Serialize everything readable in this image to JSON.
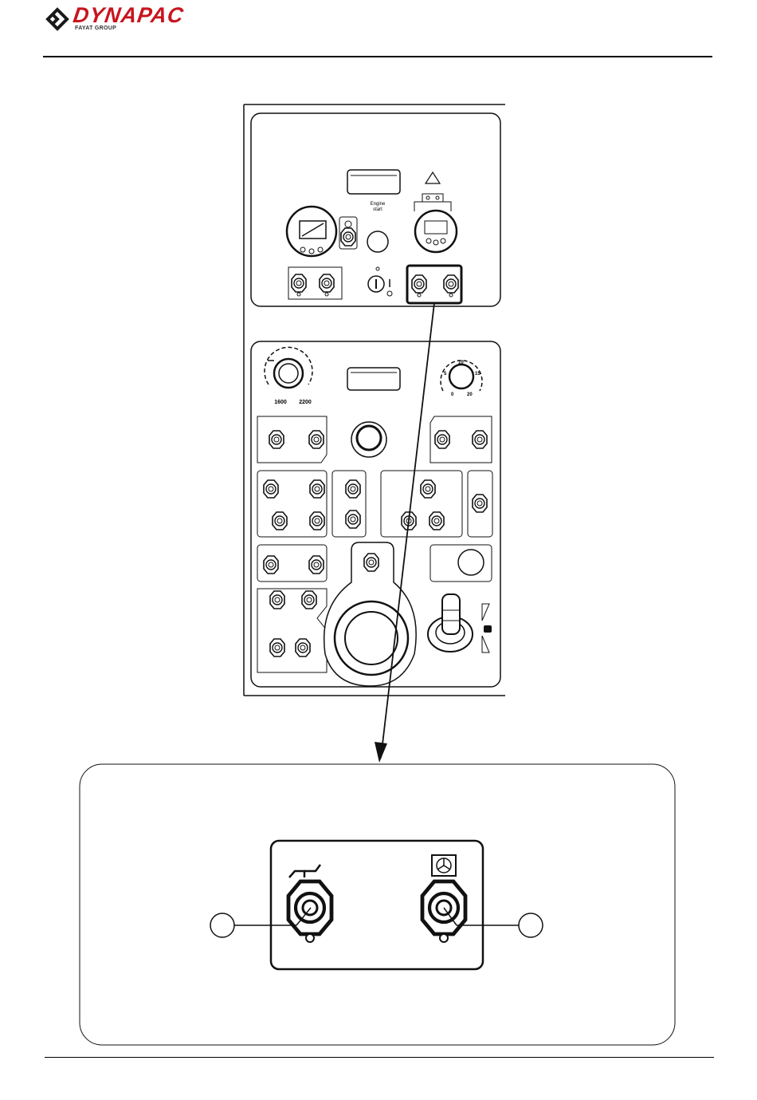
{
  "header": {
    "brand": "DYNAPAC",
    "group": "FAYAT GROUP",
    "logo_color": "#c8141e"
  },
  "panel": {
    "engine_start_label_1": "Engine",
    "engine_start_label_2": "start",
    "speed_min": "1600",
    "speed_max": "2200",
    "dial_5": "5",
    "dial_10": "10",
    "dial_15": "15",
    "dial_0": "0",
    "dial_20": "20"
  },
  "detail": {
    "callout_left": "",
    "callout_right": ""
  }
}
